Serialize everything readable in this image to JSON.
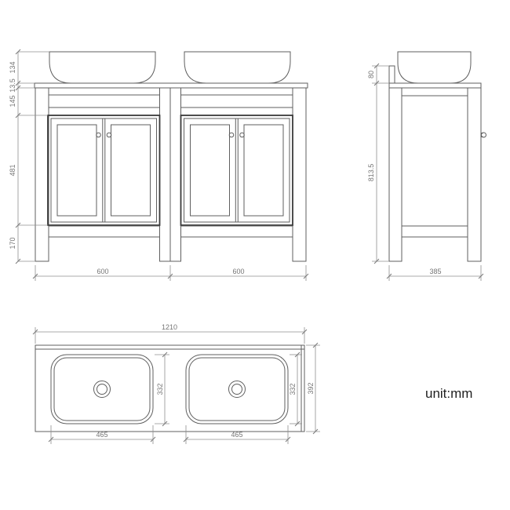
{
  "unit_note": "unit:mm",
  "front_view": {
    "dim_sink_height": "134",
    "dim_counter_thickness": "13.5",
    "dim_apron_height": "145",
    "dim_cabinet_height": "481",
    "dim_leg_height": "170",
    "dim_left_bay_width": "600",
    "dim_right_bay_width": "600"
  },
  "side_view": {
    "dim_upstand_height": "80",
    "dim_stand_height": "813.5",
    "dim_depth": "385"
  },
  "plan_view": {
    "dim_overall_width": "1210",
    "dim_left_basin_depth": "332",
    "dim_right_basin_depth": "332",
    "dim_overall_depth": "392",
    "dim_left_basin_width": "465",
    "dim_right_basin_width": "465"
  },
  "colors": {
    "object_line": "#5f5f5f",
    "bold_line": "#3a3a3a",
    "dimension_line": "#8f8f8f",
    "dimension_text": "#757575",
    "unit_text": "#1f1f1f",
    "background": "#ffffff"
  }
}
